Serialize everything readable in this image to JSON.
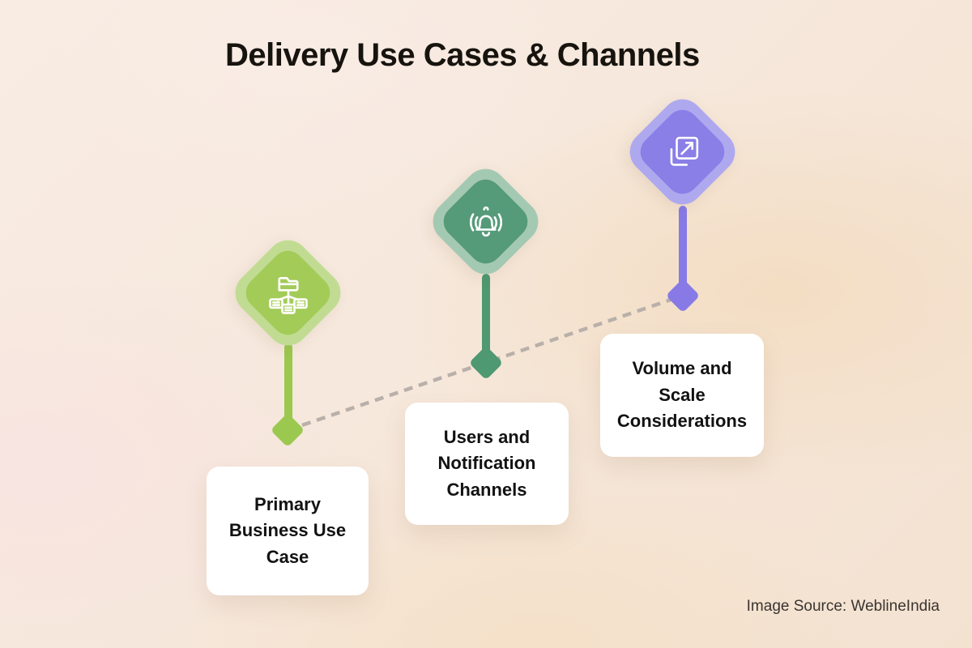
{
  "page": {
    "title": "Delivery Use Cases & Channels",
    "source_credit": "Image Source: WeblineIndia"
  },
  "colors": {
    "title_text": "#17140f",
    "card_background": "#ffffff",
    "card_text": "#121212",
    "dashed_line": "#b9b0aa",
    "background_base": "#f6e7da"
  },
  "milestones": [
    {
      "label": "Primary Business Use Case",
      "icon": "folder-tree-icon",
      "color_outer": "#c1dc92",
      "color_inner": "#a3cb58",
      "color_stem": "#9bc84e"
    },
    {
      "label": "Users and Notification Channels",
      "icon": "bell-ring-icon",
      "color_outer": "#a4c9b3",
      "color_inner": "#559a79",
      "color_stem": "#4e9872"
    },
    {
      "label": "Volume and Scale Considerations",
      "icon": "scale-up-icon",
      "color_outer": "#aea9ef",
      "color_inner": "#8a7ee7",
      "color_stem": "#877ae6"
    }
  ]
}
